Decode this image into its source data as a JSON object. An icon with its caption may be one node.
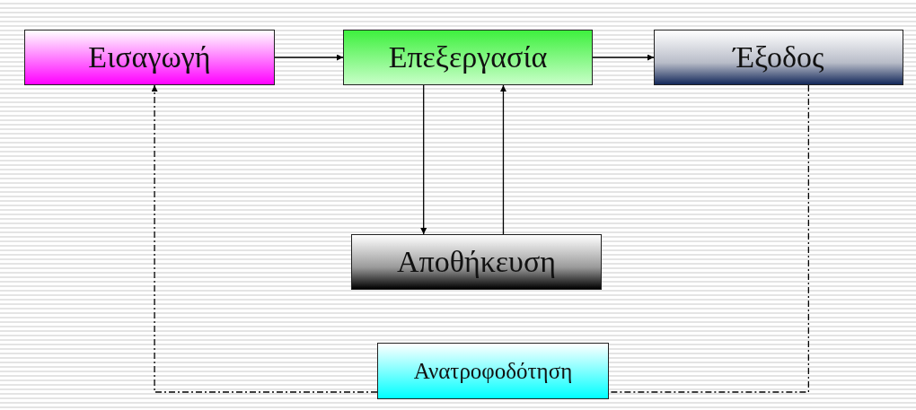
{
  "diagram": {
    "nodes": [
      {
        "text": [
          "Εισαγωγή"
        ]
      },
      {
        "text": [
          "Επεξεργασία"
        ]
      },
      {
        "text": [
          "Έξοδος"
        ]
      },
      {
        "text": [
          "Αποθήκευση"
        ]
      },
      {
        "text": [
          "Ανατροφοδότηση"
        ]
      }
    ],
    "edges": [
      {
        "from": 0,
        "to": 1,
        "arrow": "to"
      },
      {
        "from": 1,
        "to": 2,
        "arrow": "to"
      },
      {
        "from": 1,
        "to": 3,
        "arrow": "to"
      },
      {
        "from": 3,
        "to": 1,
        "arrow": "to"
      },
      {
        "from": 2,
        "to": 4,
        "arrow": "none",
        "style": "dashed"
      },
      {
        "from": 4,
        "to": 0,
        "arrow": "to",
        "style": "dashed"
      }
    ]
  }
}
